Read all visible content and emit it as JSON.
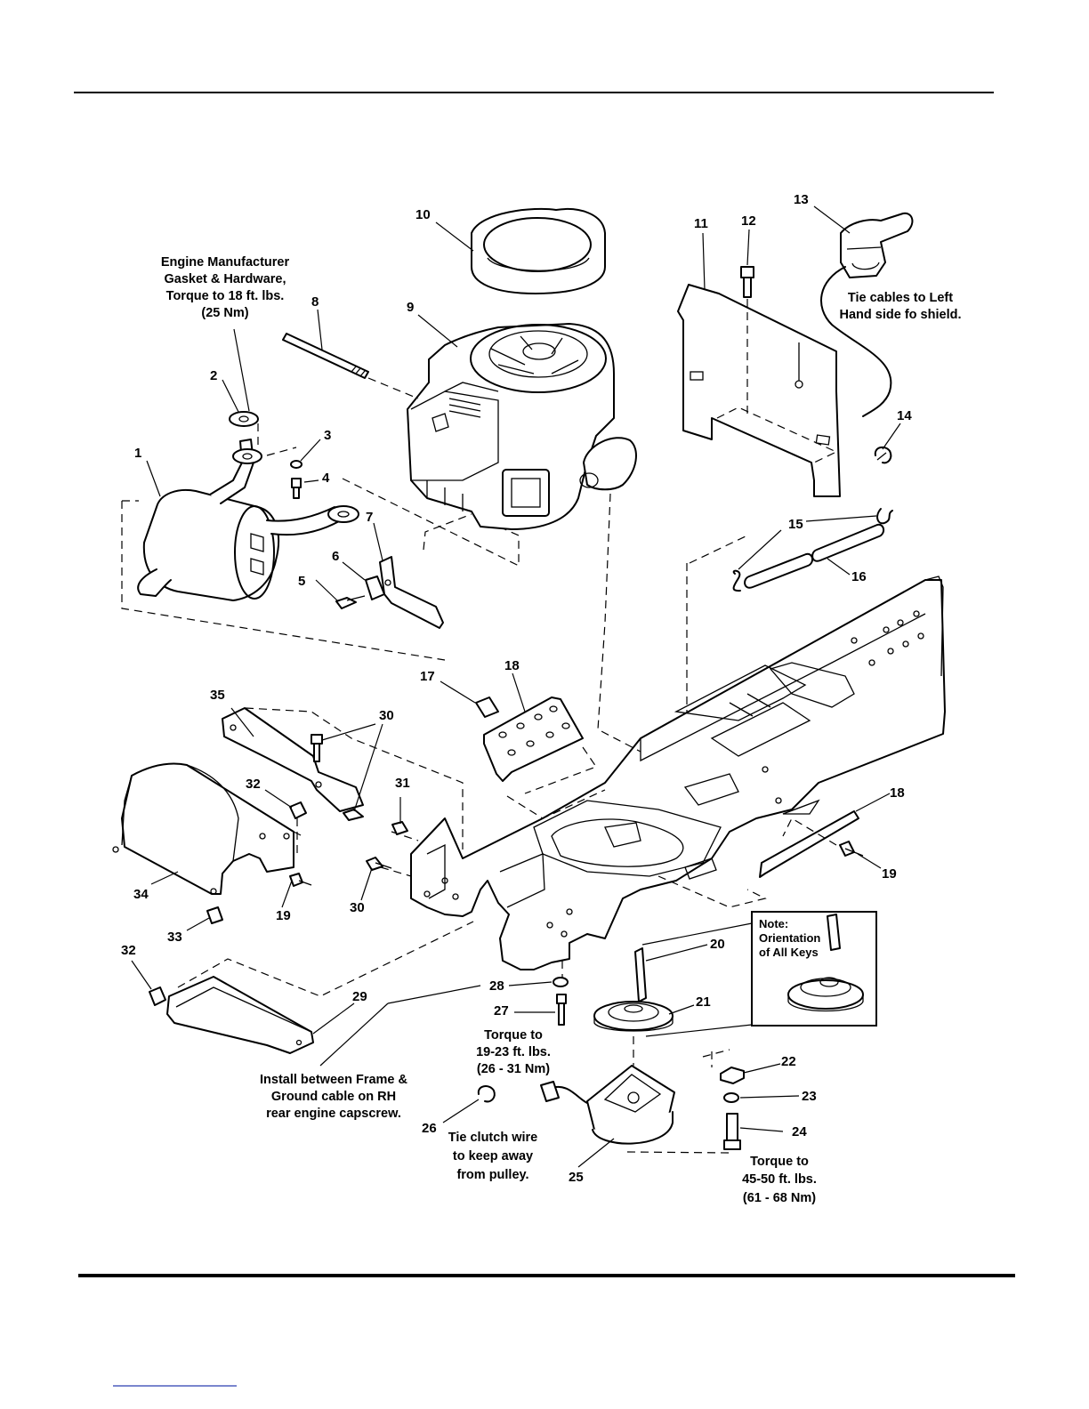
{
  "notes": {
    "engine_gasket": [
      "Engine Manufacturer",
      "Gasket & Hardware,",
      "Torque to 18 ft. lbs.",
      "(25 Nm)"
    ],
    "tie_cables": [
      "Tie cables to Left",
      "Hand side fo shield."
    ],
    "torque_27": [
      "Torque to",
      "19-23 ft. lbs.",
      "(26 - 31 Nm)"
    ],
    "install_ground": [
      "Install between Frame &",
      "Ground cable on RH",
      "rear engine capscrew."
    ],
    "tie_clutch": [
      "Tie clutch wire",
      "to keep away",
      "from pulley."
    ],
    "torque_24": [
      "Torque to",
      "45-50 ft. lbs.",
      "(61 - 68 Nm)"
    ],
    "orientation_box": [
      "Note:",
      "Orientation",
      "of All Keys"
    ]
  },
  "callouts": {
    "c1": "1",
    "c2": "2",
    "c3": "3",
    "c4": "4",
    "c5": "5",
    "c6": "6",
    "c7": "7",
    "c8": "8",
    "c9": "9",
    "c10": "10",
    "c11": "11",
    "c12": "12",
    "c13": "13",
    "c14": "14",
    "c15": "15",
    "c16": "16",
    "c17": "17",
    "c18a": "18",
    "c18b": "18",
    "c19a": "19",
    "c19b": "19",
    "c20": "20",
    "c21": "21",
    "c22": "22",
    "c23": "23",
    "c24": "24",
    "c25": "25",
    "c26": "26",
    "c27": "27",
    "c28": "28",
    "c29": "29",
    "c30a": "30",
    "c30b": "30",
    "c31": "31",
    "c32a": "32",
    "c32b": "32",
    "c33": "33",
    "c34": "34",
    "c35": "35"
  }
}
